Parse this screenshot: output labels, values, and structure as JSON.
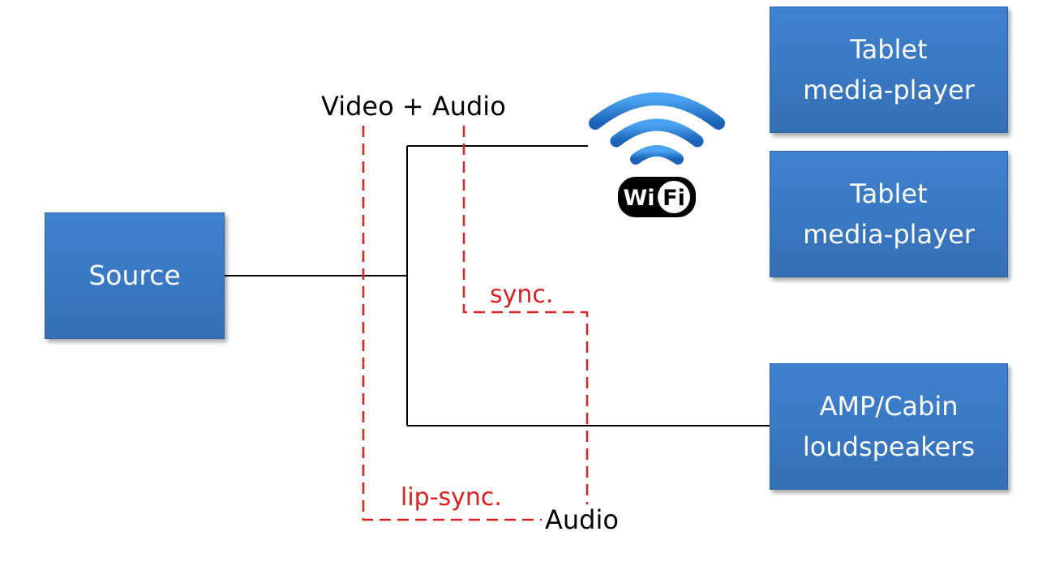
{
  "diagram": {
    "nodes": {
      "source": {
        "label": "Source"
      },
      "tablet_1": {
        "label_line1": "Tablet",
        "label_line2": "media-player"
      },
      "tablet_2": {
        "label_line1": "Tablet",
        "label_line2": "media-player"
      },
      "amp": {
        "label_line1": "AMP/Cabin",
        "label_line2": "loudspeakers"
      }
    },
    "labels": {
      "video_audio": "Video + Audio",
      "audio": "Audio",
      "sync": "sync.",
      "lip_sync": "lip-sync."
    },
    "wifi_logo": {
      "icon": "wifi-icon",
      "text_wi": "Wi",
      "text_fi": "Fi"
    },
    "edges": [
      {
        "from": "source",
        "to": "wifi",
        "style": "solid",
        "color": "#000000"
      },
      {
        "from": "source",
        "to": "amp",
        "style": "solid",
        "color": "#000000"
      },
      {
        "name": "sync",
        "style": "dashed",
        "color": "#e02020"
      },
      {
        "name": "lip-sync",
        "style": "dashed",
        "color": "#e02020"
      }
    ],
    "colors": {
      "box_fill": "#3f82cf",
      "box_border": "#2f63a6",
      "sync_line": "#e02020",
      "wifi_blue": "#2a7fd4"
    }
  }
}
